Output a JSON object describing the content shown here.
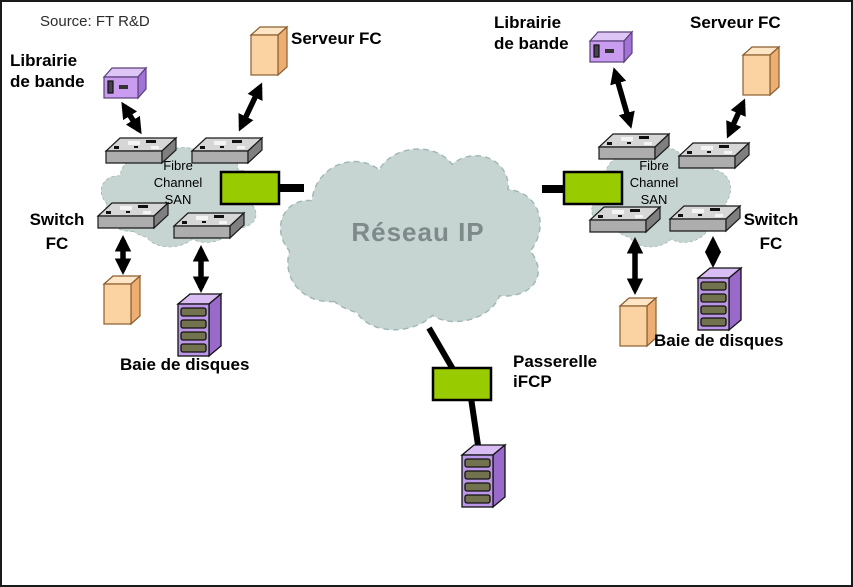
{
  "meta": {
    "source_note": "Source: FT R&D"
  },
  "colors": {
    "background": "#FFFFFF",
    "border": "#1A1A1A",
    "cloud_fill": "#C6D4D2",
    "cloud_border": "#9FB7B5",
    "cloud_text": "#7E8A8A",
    "gateway_green": "#99CC00",
    "switch_gray_top": "#D6D6D6",
    "switch_gray_front": "#ADADAD",
    "switch_gray_side": "#7F7F7F",
    "purple_front": "#C99CEF",
    "purple_side": "#A173D6",
    "disk_front": "#BC97E8",
    "disk_drawer_olive": "#72724E",
    "server_tan_front": "#FBD3A2",
    "server_tan_side": "#EDAE74",
    "arrow": "#000000",
    "label_text": "#000000"
  },
  "ip_cloud": {
    "label": "Réseau IP"
  },
  "fc_san_cloud": {
    "l1": "Fibre",
    "l2": "Channel",
    "l3": "SAN"
  },
  "left_site": {
    "tape_library": {
      "l1": "Librairie",
      "l2": "de bande"
    },
    "fc_server": "Serveur FC",
    "fc_switch": {
      "l1": "Switch",
      "l2": "FC"
    },
    "disk_array": "Baie de disques"
  },
  "right_site": {
    "tape_library": {
      "l1": "Librairie",
      "l2": "de bande"
    },
    "fc_server": "Serveur FC",
    "fc_switch": {
      "l1": "Switch",
      "l2": "FC"
    },
    "disk_array": "Baie de disques"
  },
  "gateway": {
    "l1": "Passerelle",
    "l2": "iFCP"
  }
}
